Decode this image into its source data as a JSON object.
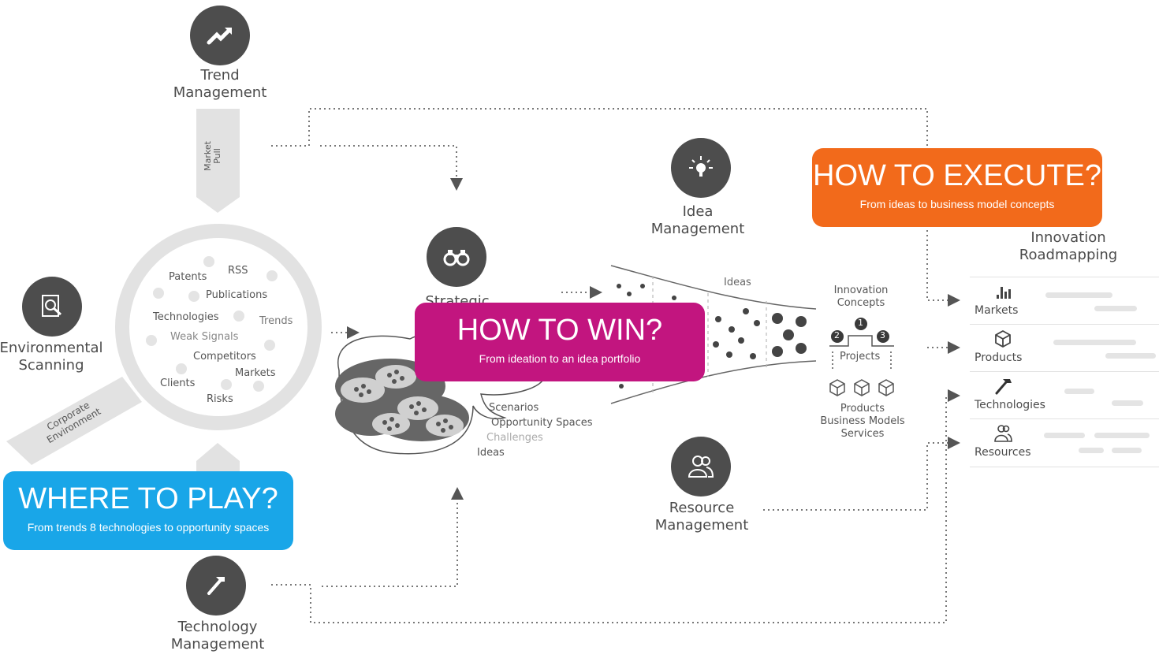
{
  "nodes": {
    "trend": {
      "label_line1": "Trend",
      "label_line2": "Management",
      "icon": "trend-up-icon"
    },
    "environmental": {
      "label_line1": "Environmental",
      "label_line2": "Scanning",
      "icon": "document-search-icon"
    },
    "strategic": {
      "label_line1": "Strategic",
      "icon": "binoculars-icon"
    },
    "idea": {
      "label_line1": "Idea",
      "label_line2": "Management",
      "icon": "lightbulb-icon"
    },
    "resource": {
      "label_line1": "Resource",
      "label_line2": "Management",
      "icon": "people-icon"
    },
    "technology": {
      "label_line1": "Technology",
      "label_line2": "Management",
      "icon": "hammer-icon"
    },
    "roadmapping": {
      "label_line1": "Innovation",
      "label_line2": "Roadmapping"
    }
  },
  "arrows": {
    "market_pull_line1": "Market",
    "market_pull_line2": "Pull",
    "corporate_line1": "Corporate",
    "corporate_line2": "Environment"
  },
  "lens_words": [
    "Patents",
    "RSS",
    "Publications",
    "Technologies",
    "Trends",
    "Weak Signals",
    "Competitors",
    "Markets",
    "Clients",
    "Risks"
  ],
  "questions": {
    "where": {
      "title": "WHERE TO PLAY?",
      "subtitle": "From trends 8 technologies to opportunity spaces",
      "color": "#19a6e8"
    },
    "win": {
      "title": "HOW TO WIN?",
      "subtitle": "From ideation to an idea portfolio",
      "color": "#c2157f"
    },
    "execute": {
      "title": "HOW TO EXECUTE?",
      "subtitle": "From ideas to business model concepts",
      "color": "#f26a1b"
    }
  },
  "cloud_labels": [
    "Scenarios",
    "Opportunity Spaces",
    "Challenges",
    "Ideas"
  ],
  "funnel": {
    "label": "Ideas"
  },
  "concepts": {
    "title_line1": "Innovation",
    "title_line2": "Concepts",
    "badges": [
      "1",
      "2",
      "3"
    ],
    "projects": "Projects",
    "outputs": [
      "Products",
      "Business Models",
      "Services"
    ]
  },
  "roadmap_rows": [
    {
      "label": "Markets",
      "icon": "bar-chart-icon"
    },
    {
      "label": "Products",
      "icon": "cube-icon"
    },
    {
      "label": "Technologies",
      "icon": "hammer-icon"
    },
    {
      "label": "Resources",
      "icon": "people-icon"
    }
  ]
}
